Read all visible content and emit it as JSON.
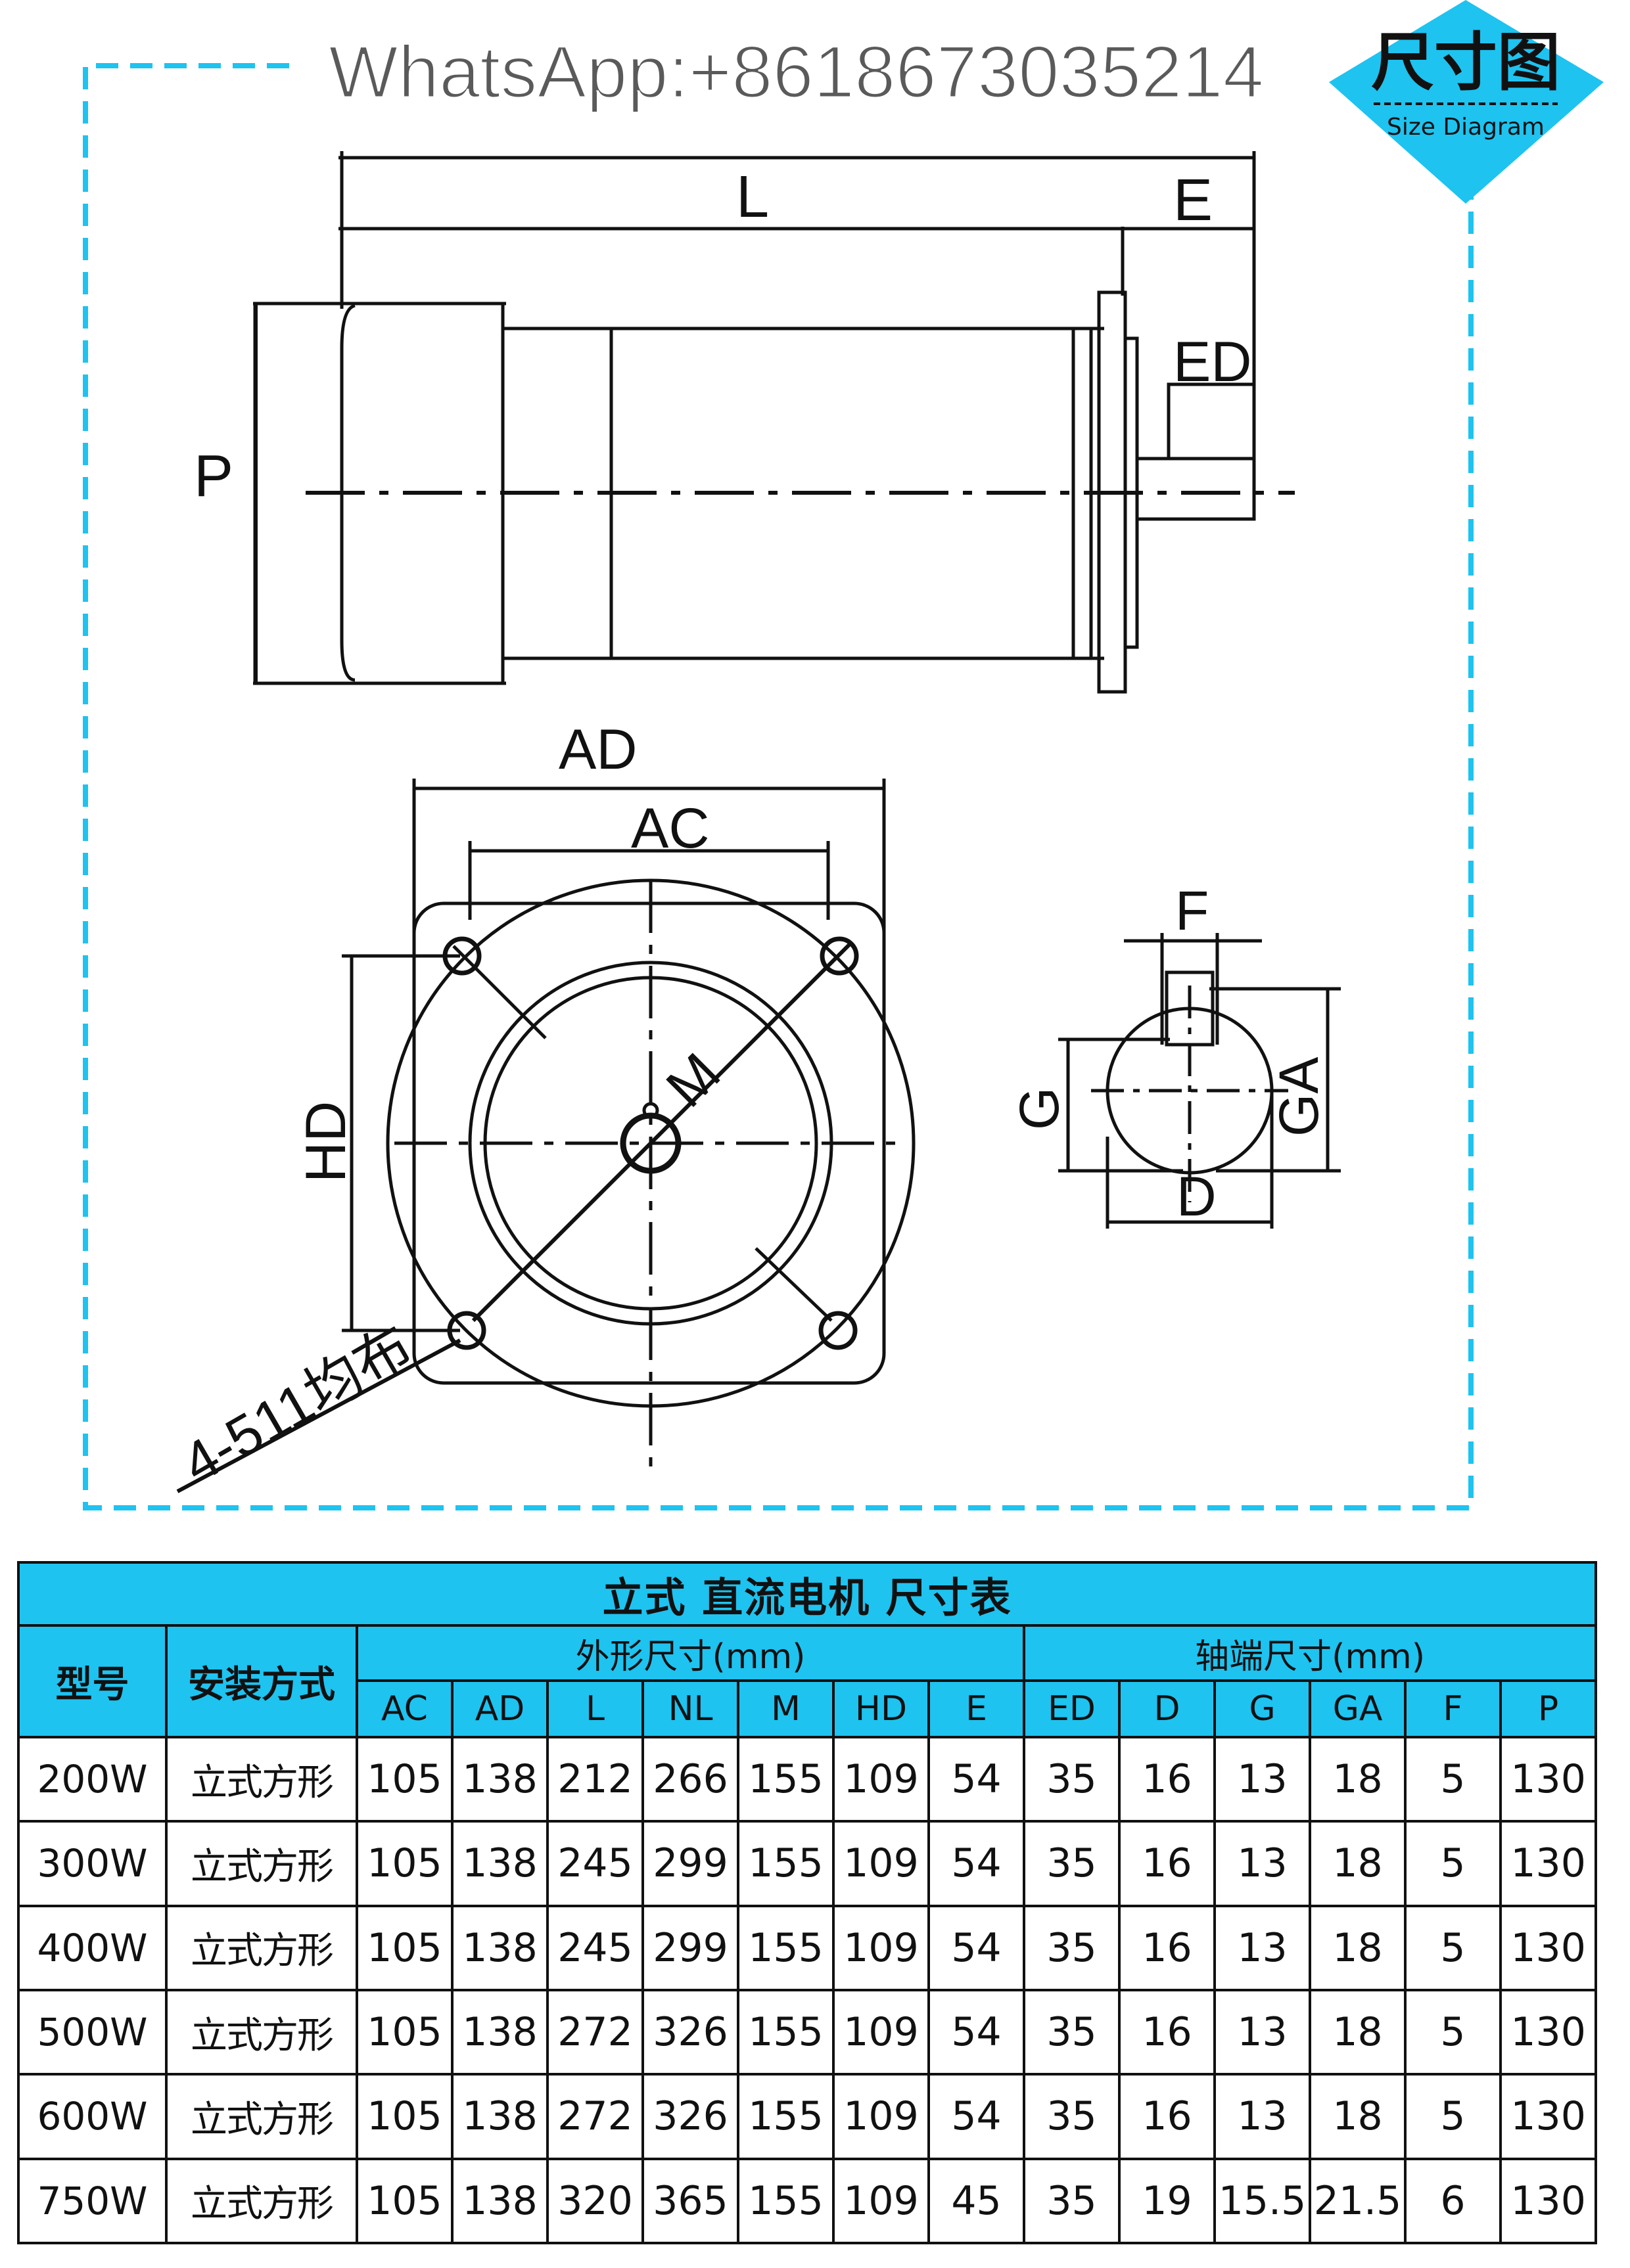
{
  "watermark": "WhatsApp:+8618673035214",
  "badge": {
    "title": "尺寸图",
    "subtitle": "Size Diagram",
    "color": "#1ec3f0"
  },
  "diagram_labels": {
    "L": "L",
    "E": "E",
    "ED": "ED",
    "P": "P",
    "AD": "AD",
    "AC": "AC",
    "HD": "HD",
    "M": "M",
    "holes": "4-511均布",
    "F": "F",
    "G": "G",
    "GA": "GA",
    "D": "D"
  },
  "table": {
    "title": "立式 直流电机 尺寸表",
    "header_color": "#1ec3f0",
    "col_model": "型号",
    "col_mount": "安装方式",
    "group_outer": "外形尺寸(mm)",
    "group_shaft": "轴端尺寸(mm)",
    "outer_cols": [
      "AC",
      "AD",
      "L",
      "NL",
      "M",
      "HD",
      "E"
    ],
    "shaft_cols": [
      "ED",
      "D",
      "G",
      "GA",
      "F",
      "P"
    ],
    "rows": [
      [
        "200W",
        "立式方形",
        "105",
        "138",
        "212",
        "266",
        "155",
        "109",
        "54",
        "35",
        "16",
        "13",
        "18",
        "5",
        "130"
      ],
      [
        "300W",
        "立式方形",
        "105",
        "138",
        "245",
        "299",
        "155",
        "109",
        "54",
        "35",
        "16",
        "13",
        "18",
        "5",
        "130"
      ],
      [
        "400W",
        "立式方形",
        "105",
        "138",
        "245",
        "299",
        "155",
        "109",
        "54",
        "35",
        "16",
        "13",
        "18",
        "5",
        "130"
      ],
      [
        "500W",
        "立式方形",
        "105",
        "138",
        "272",
        "326",
        "155",
        "109",
        "54",
        "35",
        "16",
        "13",
        "18",
        "5",
        "130"
      ],
      [
        "600W",
        "立式方形",
        "105",
        "138",
        "272",
        "326",
        "155",
        "109",
        "54",
        "35",
        "16",
        "13",
        "18",
        "5",
        "130"
      ],
      [
        "750W",
        "立式方形",
        "105",
        "138",
        "320",
        "365",
        "155",
        "109",
        "45",
        "35",
        "19",
        "15.5",
        "21.5",
        "6",
        "130"
      ]
    ]
  }
}
